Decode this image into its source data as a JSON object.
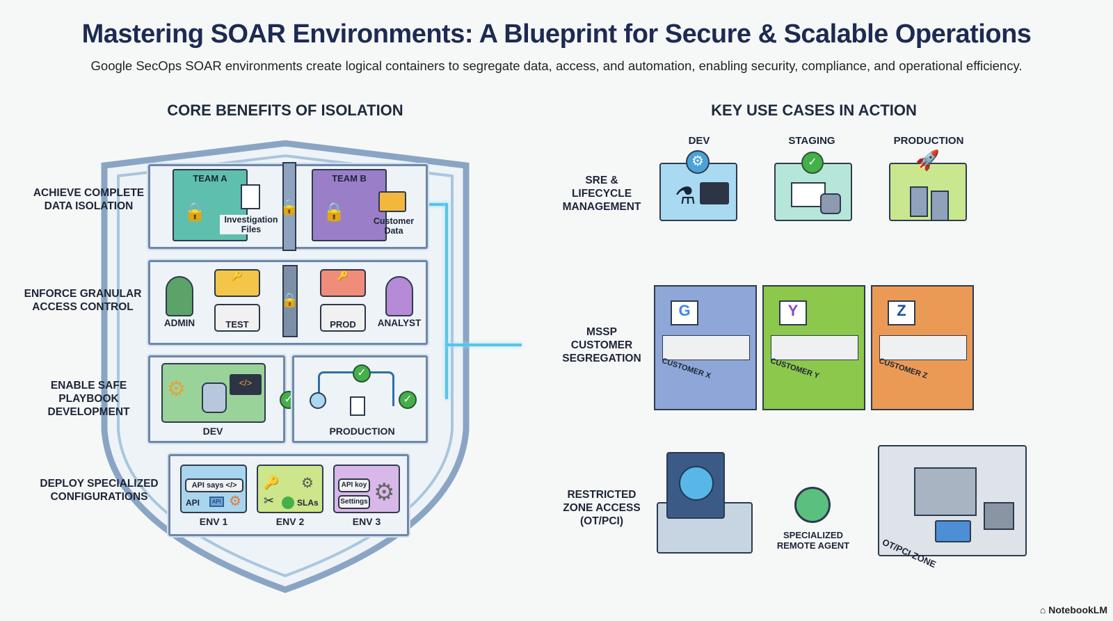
{
  "header": {
    "title": "Mastering SOAR Environments: A Blueprint for Secure & Scalable Operations",
    "subtitle": "Google SecOps SOAR environments create logical containers to segregate data, access, and automation, enabling security, compliance, and operational efficiency."
  },
  "left": {
    "heading": "CORE BENEFITS OF ISOLATION",
    "rows": [
      {
        "label": "ACHIEVE COMPLETE DATA ISOLATION",
        "team_a": "TEAM A",
        "team_a_item": "Investigation Files",
        "team_b": "TEAM B",
        "team_b_item": "Customer Data"
      },
      {
        "label": "ENFORCE GRANULAR ACCESS CONTROL",
        "admin": "ADMIN",
        "test": "TEST",
        "prod": "PROD",
        "analyst": "ANALYST"
      },
      {
        "label": "ENABLE SAFE PLAYBOOK DEVELOPMENT",
        "dev": "DEV",
        "production": "PRODUCTION",
        "code": "</>"
      },
      {
        "label": "DEPLOY SPECIALIZED CONFIGURATIONS",
        "envs": [
          {
            "name": "ENV 1",
            "items": [
              "API says",
              "</>",
              "API",
              "API"
            ]
          },
          {
            "name": "ENV 2",
            "items": [
              "SLAs"
            ]
          },
          {
            "name": "ENV 3",
            "items": [
              "API koy",
              "Settings"
            ]
          }
        ]
      }
    ]
  },
  "right": {
    "heading": "KEY USE CASES IN ACTION",
    "sre": {
      "label": "SRE & LIFECYCLE MANAGEMENT",
      "stages": [
        "DEV",
        "STAGING",
        "PRODUCTION"
      ]
    },
    "mssp": {
      "label": "MSSP CUSTOMER SEGREGATION",
      "customers": [
        {
          "name": "CUSTOMER X",
          "logo": "G",
          "color": "#8fa6d8"
        },
        {
          "name": "CUSTOMER Y",
          "logo": "Y",
          "color": "#8cc84b"
        },
        {
          "name": "CUSTOMER Z",
          "logo": "Z",
          "color": "#eb9a55"
        }
      ]
    },
    "restricted": {
      "label": "RESTRICTED ZONE ACCESS (OT/PCI)",
      "agent": "SPECIALIZED REMOTE AGENT",
      "zone": "OT/PCI ZONE"
    }
  },
  "footer": {
    "brand": "NotebookLM"
  },
  "colors": {
    "title": "#1d2b52",
    "teamA": "#4fb9a5",
    "teamB": "#9a7fc8",
    "glow": "#59c3e8"
  }
}
